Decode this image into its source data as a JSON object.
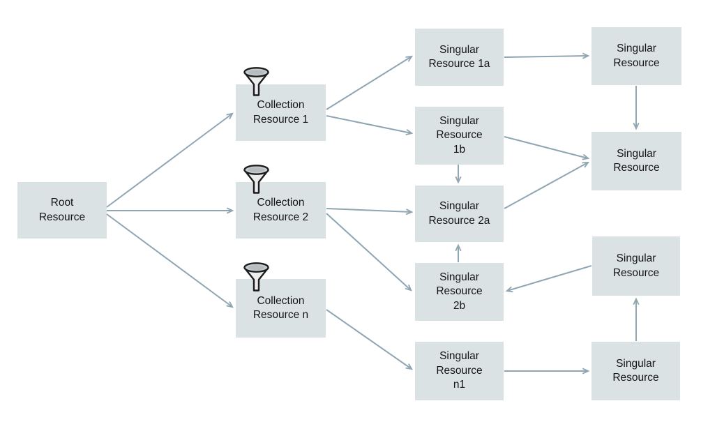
{
  "diagram": {
    "title": "resource hierarchy diagram",
    "nodes": [
      {
        "id": "root",
        "label": "Root\nResource",
        "type": "root"
      },
      {
        "id": "collection-1",
        "label": "Collection\nResource 1",
        "type": "collection",
        "icon": "filter-funnel-icon"
      },
      {
        "id": "collection-2",
        "label": "Collection\nResource 2",
        "type": "collection",
        "icon": "filter-funnel-icon"
      },
      {
        "id": "collection-n",
        "label": "Collection\nResource n",
        "type": "collection",
        "icon": "filter-funnel-icon"
      },
      {
        "id": "singular-1a",
        "label": "Singular\nResource 1a",
        "type": "singular"
      },
      {
        "id": "singular-1b",
        "label": "Singular\nResource\n1b",
        "type": "singular"
      },
      {
        "id": "singular-2a",
        "label": "Singular\nResource 2a",
        "type": "singular"
      },
      {
        "id": "singular-2b",
        "label": "Singular\nResource\n2b",
        "type": "singular"
      },
      {
        "id": "singular-n1",
        "label": "Singular\nResource\nn1",
        "type": "singular"
      },
      {
        "id": "singular-top-right",
        "label": "Singular\nResource",
        "type": "singular"
      },
      {
        "id": "singular-right-2",
        "label": "Singular\nResource",
        "type": "singular"
      },
      {
        "id": "singular-right-3",
        "label": "Singular\nResource",
        "type": "singular"
      },
      {
        "id": "singular-bottom-right",
        "label": "Singular\nResource",
        "type": "singular"
      }
    ],
    "edges": [
      {
        "from": "root",
        "to": "collection-1"
      },
      {
        "from": "root",
        "to": "collection-2"
      },
      {
        "from": "root",
        "to": "collection-n"
      },
      {
        "from": "collection-1",
        "to": "singular-1a"
      },
      {
        "from": "collection-1",
        "to": "singular-1b"
      },
      {
        "from": "collection-2",
        "to": "singular-2a"
      },
      {
        "from": "collection-2",
        "to": "singular-2b"
      },
      {
        "from": "collection-n",
        "to": "singular-n1"
      },
      {
        "from": "singular-1a",
        "to": "singular-top-right"
      },
      {
        "from": "singular-top-right",
        "to": "singular-right-2"
      },
      {
        "from": "singular-1b",
        "to": "singular-2a"
      },
      {
        "from": "singular-1b",
        "to": "singular-right-2"
      },
      {
        "from": "singular-2a",
        "to": "singular-right-2"
      },
      {
        "from": "singular-2b",
        "to": "singular-2a"
      },
      {
        "from": "singular-right-3",
        "to": "singular-2b"
      },
      {
        "from": "singular-bottom-right",
        "to": "singular-right-3"
      },
      {
        "from": "singular-n1",
        "to": "singular-bottom-right"
      }
    ],
    "colors": {
      "node_fill": "#dbe2e3",
      "node_text": "#141414",
      "arrow": "#8fa5b2",
      "funnel_outline": "#1c1c1c",
      "funnel_bowl_fill": "#ededed",
      "funnel_top_fill": "#c7cdcf",
      "background": "#ffffff"
    }
  }
}
